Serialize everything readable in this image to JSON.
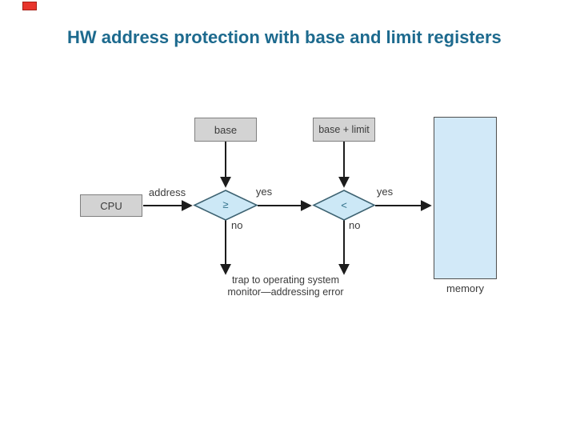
{
  "slide": {
    "title": "HW address protection with base and limit registers"
  },
  "colors": {
    "title_text": "#1d6a8e",
    "corner_marker": "#e8352c",
    "box_fill": "#d3d3d3",
    "box_border": "#7f7f7f",
    "diamond_fill": "#cce8f6",
    "diamond_border": "#3e6372",
    "diamond_glyph": "#2f6f89",
    "memory_fill": "#d2e9f8",
    "arrow_line": "#1c1c1c",
    "label_text": "#3b3b3b"
  },
  "diagram": {
    "cpu_label": "CPU",
    "base_label": "base",
    "base_limit_label": "base + limit",
    "memory_label": "memory",
    "address_label": "address",
    "decision1_glyph": "≥",
    "decision2_glyph": "<",
    "yes1_label": "yes",
    "yes2_label": "yes",
    "no1_label": "no",
    "no2_label": "no",
    "trap_line1": "trap to operating system",
    "trap_line2": "monitor—addressing error"
  }
}
